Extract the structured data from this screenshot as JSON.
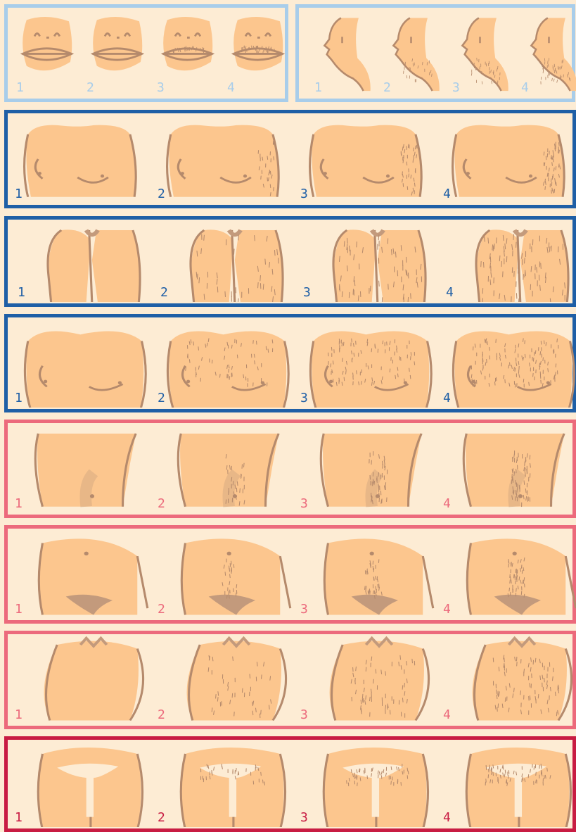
{
  "stages": [
    "1",
    "2",
    "3",
    "4"
  ],
  "rows": [
    {
      "id": "upper-lip",
      "color": "#a8cdea"
    },
    {
      "id": "chin",
      "color": "#a8cdea"
    },
    {
      "id": "chest",
      "color": "#1f5fa6"
    },
    {
      "id": "upper-arm",
      "color": "#1f5fa6"
    },
    {
      "id": "thighs",
      "color": "#1f5fa6"
    },
    {
      "id": "upper-back",
      "color": "#ec6a7c"
    },
    {
      "id": "upper-abdomen",
      "color": "#ec6a7c"
    },
    {
      "id": "lower-abdomen",
      "color": "#ec6a7c"
    },
    {
      "id": "lower-back",
      "color": "#c81c43"
    },
    {
      "id": "buttocks",
      "color": "#c81c43"
    }
  ],
  "palette": {
    "background": "#fdecd4",
    "skin": "#fcc68e",
    "line": "#b58a6c",
    "hair": "#c39a7c"
  }
}
